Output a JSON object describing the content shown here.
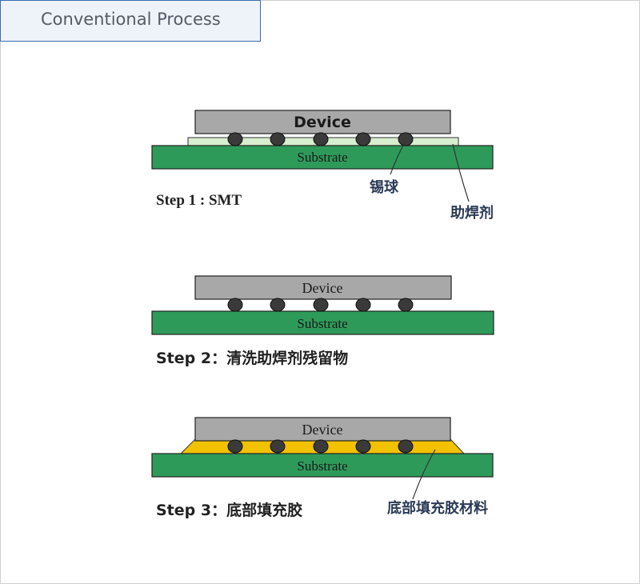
{
  "header": {
    "title": "Conventional Process"
  },
  "colors": {
    "device_fill": "#a8a8a8",
    "substrate_fill": "#2e9a5a",
    "flux_fill": "#d8efcf",
    "underfill_fill": "#f2c200",
    "solder_ball": "#3a3a3a",
    "step_text": "#222222",
    "annotation_text": "#2b3a55"
  },
  "diagram": {
    "step1": {
      "device_label": "Device",
      "substrate_label": "Substrate",
      "step_label": "Step 1 : SMT",
      "callout_solder": "锡球",
      "callout_flux": "助焊剂"
    },
    "step2": {
      "device_label": "Device",
      "substrate_label": "Substrate",
      "step_label": "Step 2：清洗助焊剂残留物"
    },
    "step3": {
      "device_label": "Device",
      "substrate_label": "Substrate",
      "step_label": "Step 3：底部填充胶",
      "callout_underfill": "底部填充胶材料"
    }
  }
}
